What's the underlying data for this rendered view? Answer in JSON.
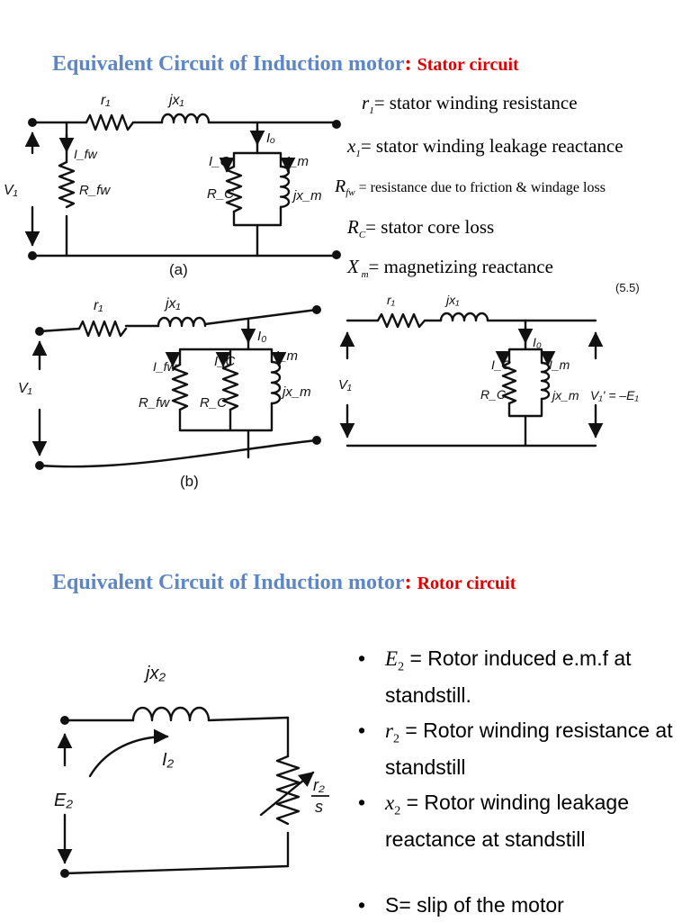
{
  "stator_section": {
    "title_main": "Equivalent Circuit of Induction motor",
    "title_colon": ":",
    "title_sub": "Stator circuit",
    "definitions": [
      {
        "sym": "r",
        "sub": "1",
        "text": "= stator winding resistance"
      },
      {
        "sym": "x",
        "sub": "1",
        "text": "= stator winding leakage reactance"
      },
      {
        "sym": "R",
        "sub": "fw",
        "text": " = resistance due to friction & windage loss"
      },
      {
        "sym": "R",
        "sub": "C",
        "text": "= stator core loss"
      },
      {
        "sym": "X",
        "sub": " m",
        "text": "= magnetizing reactance"
      }
    ],
    "circuit_a": {
      "r": "r₁",
      "jx": "jx₁",
      "io": "Iₒ",
      "ifw": "I_fw",
      "rfw": "R_fw",
      "ic": "I_C",
      "rc": "R_C",
      "im": "I_m",
      "jxm": "jx_m",
      "v": "V₁",
      "caption": "(a)"
    },
    "circuit_b": {
      "r": "r₁",
      "jx": "jx₁",
      "io": "I₀",
      "ifw": "I_fw",
      "rfw": "R_fw",
      "ic": "I_C",
      "rc": "R_C",
      "im": "I_m",
      "jxm": "jx_m",
      "v": "V₁",
      "caption": "(b)"
    },
    "circuit_c": {
      "r": "r₁",
      "jx": "jx₁",
      "io": "I₀",
      "ic": "I_C",
      "rc": "R_C",
      "im": "I_m",
      "jxm": "jx_m",
      "v": "V₁",
      "vout": "V₁' = –E₁",
      "corner": "(5.5)"
    }
  },
  "rotor_section": {
    "title_main": "Equivalent Circuit of Induction motor",
    "title_colon": ":",
    "title_sub": "Rotor circuit",
    "circuit": {
      "jx": "jx₂",
      "i": "I₂",
      "e": "E₂",
      "r_num": "r₂",
      "r_den": "s"
    },
    "bullets": [
      {
        "sym": "E",
        "sub": "2",
        "text": " = Rotor induced e.m.f at standstill."
      },
      {
        "sym": "r",
        "sub": "2",
        "text": " = Rotor winding resistance at standstill"
      },
      {
        "sym": "x",
        "sub": "2",
        "text": " = Rotor winding leakage reactance at standstill"
      },
      {
        "sym": "",
        "sub": "",
        "text": "S= slip of the motor"
      }
    ]
  }
}
